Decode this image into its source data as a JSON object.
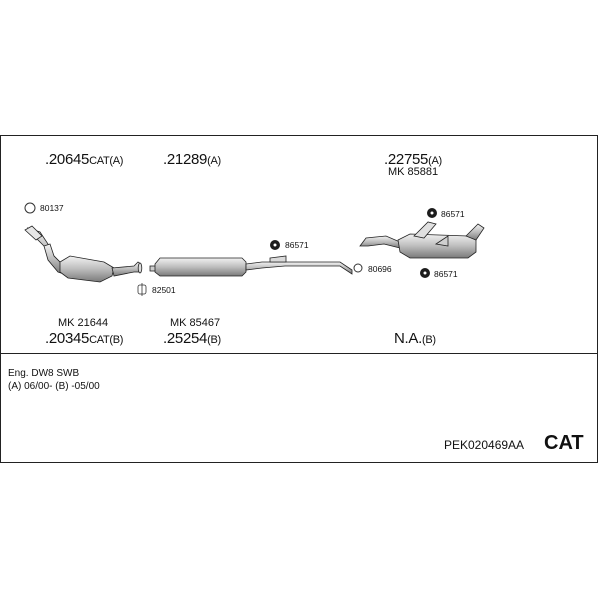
{
  "parts": {
    "p1": {
      "number": ".20645",
      "suffix": "CAT(A)"
    },
    "p2": {
      "number": ".21289",
      "suffix": "(A)"
    },
    "p3": {
      "number": ".22755",
      "suffix": "(A)",
      "mk": "MK 85881"
    },
    "p4": {
      "number": ".20345",
      "suffix": "CAT(B)",
      "mk": "MK 21644"
    },
    "p5": {
      "number": ".25254",
      "suffix": "(B)",
      "mk": "MK 85467"
    },
    "p6": {
      "number": "N.A.",
      "suffix": "(B)"
    }
  },
  "small_parts": {
    "s80137": "80137",
    "s82501": "82501",
    "s86571a": "86571",
    "s80696": "80696",
    "s86571b": "86571",
    "s86571c": "86571"
  },
  "footer": {
    "engine": "Eng. DW8   SWB",
    "dates": "(A) 06/00- (B) -05/00"
  },
  "code": "PEK020469AA",
  "cat_label": "CAT",
  "colors": {
    "line": "#222222",
    "part_fill": "#d9d9d9"
  }
}
